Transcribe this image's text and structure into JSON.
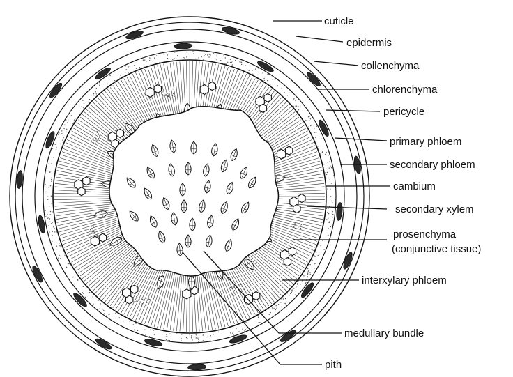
{
  "labels": {
    "cuticle": "cuticle",
    "epidermis": "epidermis",
    "collenchyma": "collenchyma",
    "chlorenchyma": "chlorenchyma",
    "pericycle": "pericycle",
    "primary_phloem": "primary phloem",
    "secondary_phloem": "secondary phloem",
    "cambium": "cambium",
    "secondary_xylem": "secondary xylem",
    "prosenchyma": "prosenchyma",
    "prosenchyma_note": "(conjunctive tissue)",
    "interxylary_phloem": "interxylary phloem",
    "medullary_bundle": "medullary bundle",
    "pith": "pith"
  },
  "colors": {
    "ink": "#111111",
    "background": "#ffffff",
    "stipple": "#555555"
  }
}
